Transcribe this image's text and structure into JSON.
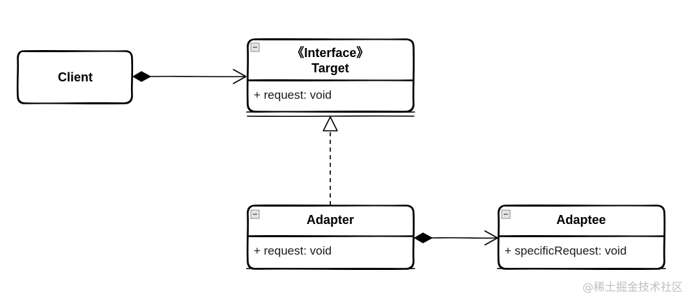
{
  "diagram": {
    "client": {
      "label": "Client"
    },
    "target": {
      "stereotype": "《Interface》",
      "label": "Target",
      "members": [
        "+ request: void"
      ]
    },
    "adapter": {
      "label": "Adapter",
      "members": [
        "+ request: void"
      ]
    },
    "adaptee": {
      "label": "Adaptee",
      "members": [
        "+ specificRequest: void"
      ]
    },
    "relations": [
      {
        "from": "Client",
        "to": "Target",
        "kind": "composition"
      },
      {
        "from": "Adapter",
        "to": "Target",
        "kind": "realization"
      },
      {
        "from": "Adapter",
        "to": "Adaptee",
        "kind": "composition"
      }
    ],
    "colors": {
      "stroke": "#000000",
      "background": "#ffffff",
      "watermark": "#bfbfbf",
      "collapse_icon": "#8c8c8c"
    }
  },
  "watermark": "@稀土掘金技术社区"
}
